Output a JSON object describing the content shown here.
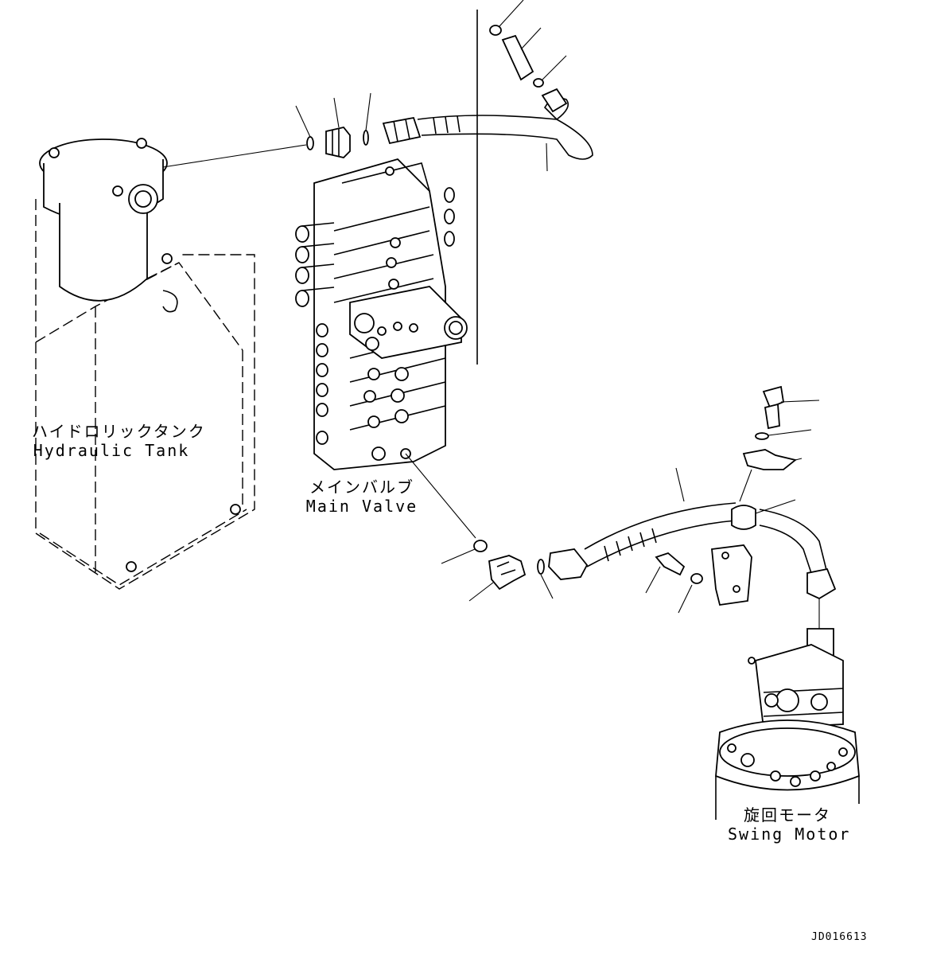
{
  "components": {
    "hydraulic_tank": {
      "label_jp": "ハイドロリックタンク",
      "label_en": "Hydraulic Tank"
    },
    "main_valve": {
      "label_jp": "メインバルブ",
      "label_en": "Main Valve"
    },
    "swing_motor": {
      "label_jp": "旋回モータ",
      "label_en": "Swing Motor"
    }
  },
  "drawing_code": "JD016613"
}
